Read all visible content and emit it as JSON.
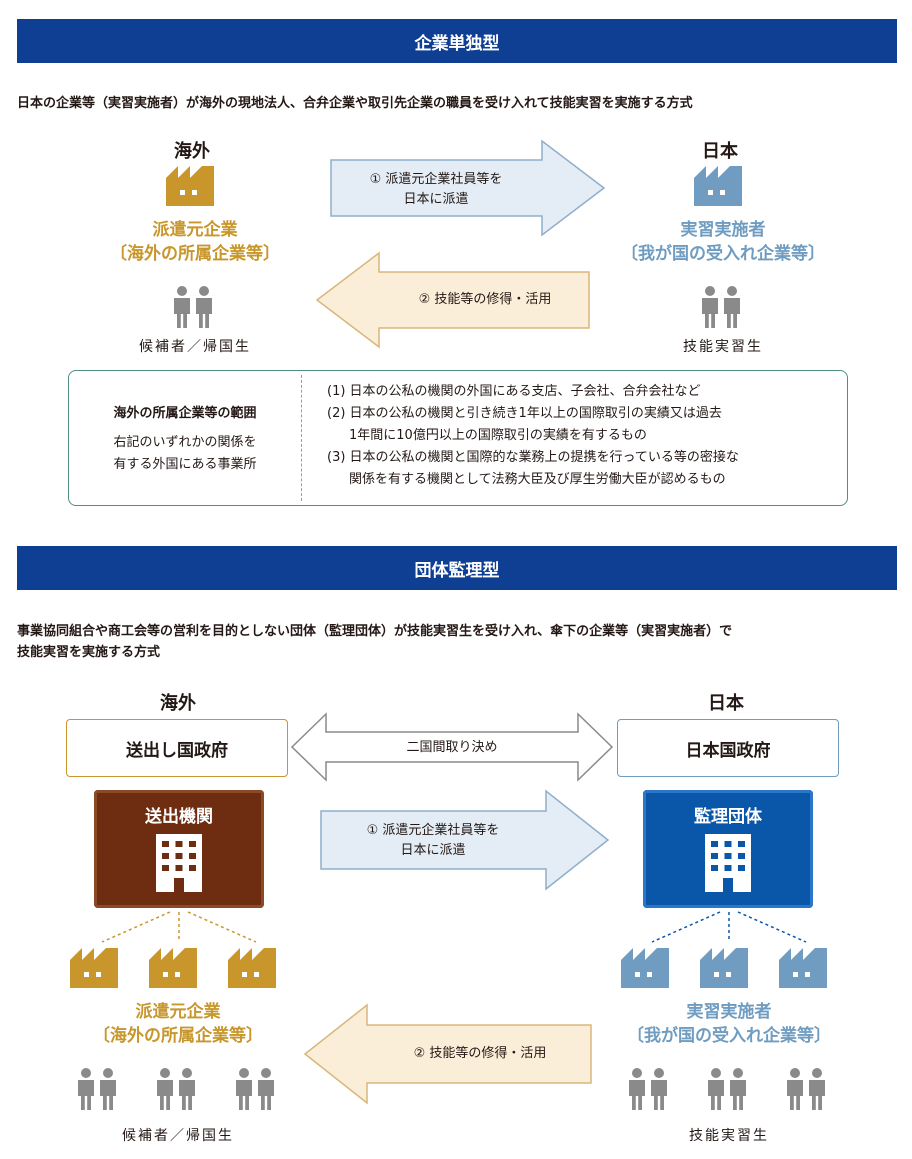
{
  "colors": {
    "banner": "#0f3f93",
    "gold": "#c8962b",
    "blue": "#6f9cc0",
    "person": "#8a8a8a",
    "arrow_right_fill": "#e4edf5",
    "arrow_left_fill": "#fbeed8",
    "sending_agency": "#6e2c10",
    "supervising_org": "#0a56a8"
  },
  "section1": {
    "banner": "企業単独型",
    "description": "日本の企業等（実習実施者）が海外の現地法人、合弁企業や取引先企業の職員を受け入れて技能実習を実施する方式",
    "left_location": "海外",
    "right_location": "日本",
    "left_org_line1": "派遣元企業",
    "left_org_line2": "〔海外の所属企業等〕",
    "right_org_line1": "実習実施者",
    "right_org_line2": "〔我が国の受入れ企業等〕",
    "arrow_right_line1": "① 派遣元企業社員等を",
    "arrow_right_line2": "日本に派遣",
    "arrow_left": "② 技能等の修得・活用",
    "left_caption": "候補者／帰国生",
    "right_caption": "技能実習生",
    "range": {
      "title": "海外の所属企業等の範囲",
      "sub_line1": "右記のいずれかの関係を",
      "sub_line2": "有する外国にある事業所",
      "item1": "(1) 日本の公私の機関の外国にある支店、子会社、合弁会社など",
      "item2_line1": "(2) 日本の公私の機関と引き続き1年以上の国際取引の実績又は過去",
      "item2_line2": "1年間に10億円以上の国際取引の実績を有するもの",
      "item3_line1": "(3) 日本の公私の機関と国際的な業務上の提携を行っている等の密接な",
      "item3_line2": "関係を有する機関として法務大臣及び厚生労働大臣が認めるもの"
    }
  },
  "section2": {
    "banner": "団体監理型",
    "description_line1": "事業協同組合や商工会等の営利を目的としない団体（監理団体）が技能実習生を受け入れ、傘下の企業等（実習実施者）で",
    "description_line2": "技能実習を実施する方式",
    "left_location": "海外",
    "right_location": "日本",
    "left_government": "送出し国政府",
    "right_government": "日本国政府",
    "bilateral": "二国間取り決め",
    "sending_agency": "送出機関",
    "supervising_org": "監理団体",
    "arrow_right_line1": "① 派遣元企業社員等を",
    "arrow_right_line2": "日本に派遣",
    "arrow_left": "② 技能等の修得・活用",
    "left_org_line1": "派遣元企業",
    "left_org_line2": "〔海外の所属企業等〕",
    "right_org_line1": "実習実施者",
    "right_org_line2": "〔我が国の受入れ企業等〕",
    "left_caption": "候補者／帰国生",
    "right_caption": "技能実習生"
  }
}
